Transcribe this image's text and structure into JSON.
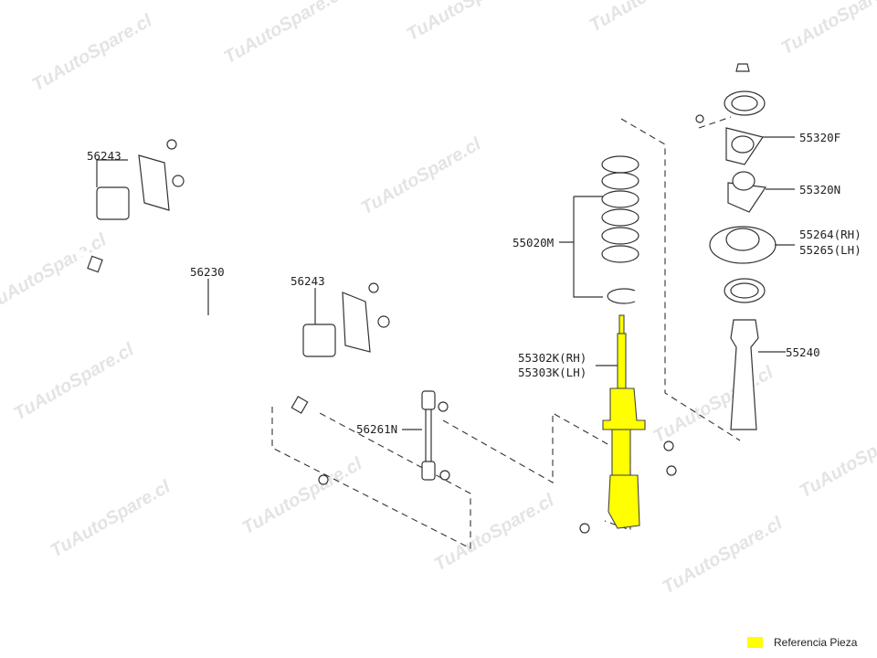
{
  "watermark": "TuAutoSpare.cl",
  "colors": {
    "highlight": "#ffff00",
    "line": "#333333"
  },
  "parts": {
    "bushing_upper": "56243",
    "bushing_lower": "56243",
    "stabilizer_bar": "56230",
    "stabilizer_link": "56261N",
    "coil_spring": "55020M",
    "strut_rh": "55302K(RH)",
    "strut_lh": "55303K(LH)",
    "mount_plate": "55320F",
    "mount_insulator": "55320N",
    "mount_rh": "55264(RH)",
    "mount_lh": "55265(LH)",
    "bound_bumper": "55240"
  },
  "legend": {
    "label": "Referencia Pieza"
  }
}
